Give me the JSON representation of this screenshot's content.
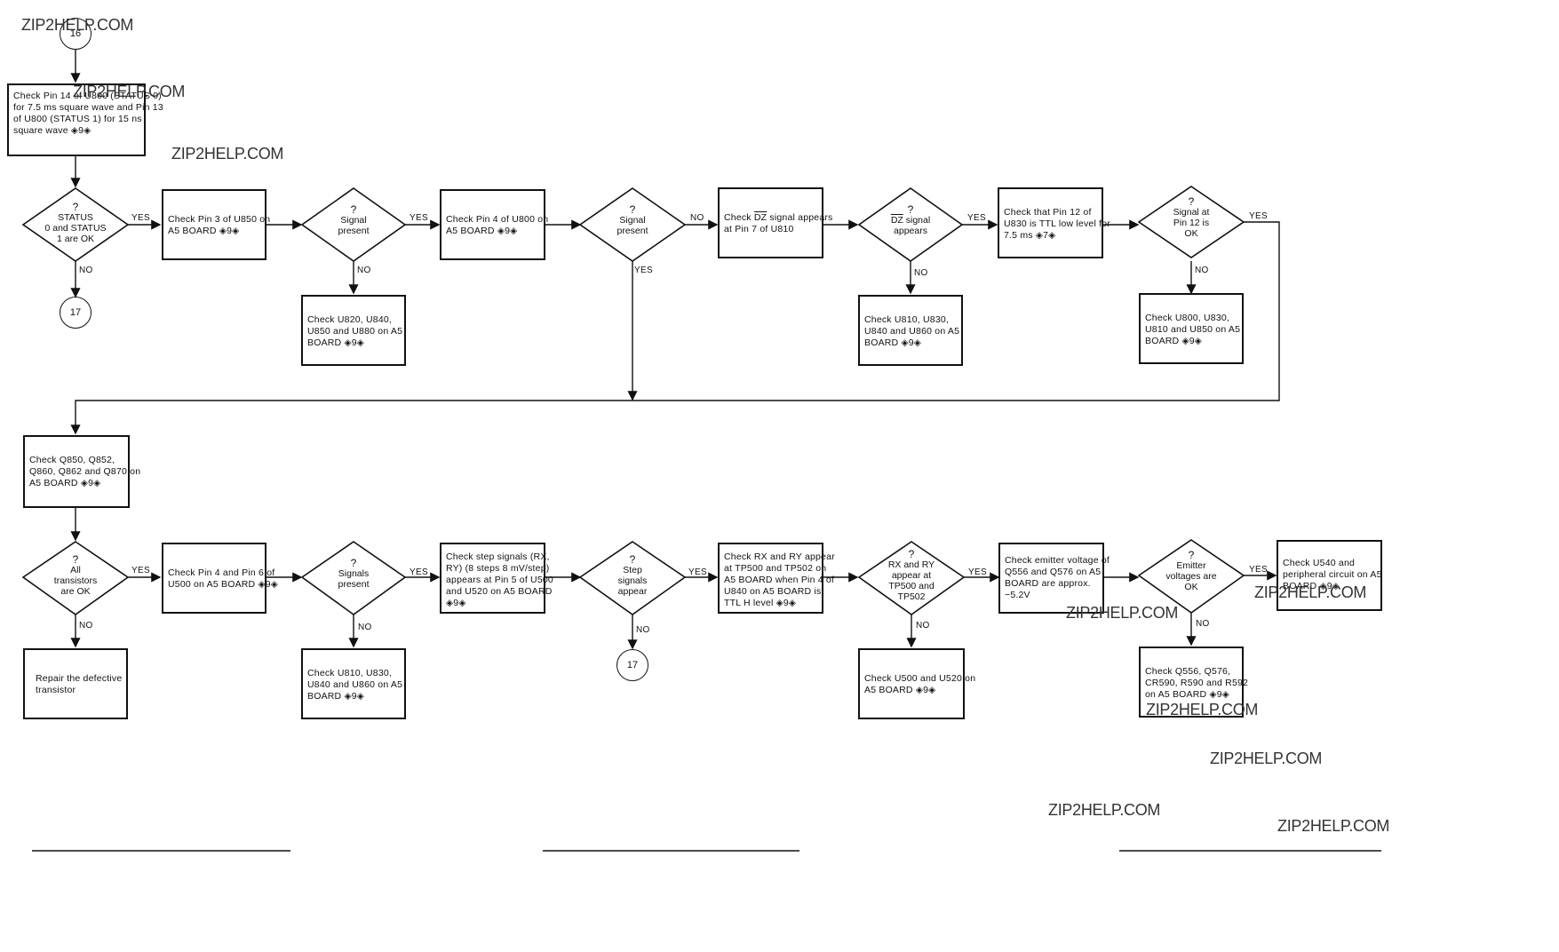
{
  "connectors": {
    "top": "16",
    "bottom1": "17",
    "bottom2": "17"
  },
  "boxes": {
    "b1": [
      "Check Pin 14 of U800 (STATUS 0)",
      "for 7.5 ms square wave and Pin 13",
      "of U800 (STATUS 1) for 15 ns",
      "square wave ◈9◈"
    ],
    "b2": [
      "Check Pin 3 of U850 on",
      "A5 BOARD ◈9◈"
    ],
    "b3": [
      "Check Pin 4 of U800 on",
      "A5 BOARD ◈9◈"
    ],
    "b4": [
      "Check DZ signal appears",
      "at Pin 7 of U810"
    ],
    "b5": [
      "Check that Pin 12 of",
      "U830 is TTL low level for",
      "7.5 ms ◈7◈"
    ],
    "b6": [
      "Check U820, U840,",
      "U850 and U880 on A5",
      "BOARD ◈9◈"
    ],
    "b7": [
      "Check U810, U830,",
      "U840 and U860 on A5",
      "BOARD ◈9◈"
    ],
    "b8": [
      "Check U800, U830,",
      "U810 and U850 on A5",
      "BOARD ◈9◈"
    ],
    "b9": [
      "Check Q850, Q852,",
      "Q860, Q862 and Q870 on",
      "A5 BOARD ◈9◈"
    ],
    "b10": [
      "Check Pin 4 and Pin 6 of",
      "U500 on A5 BOARD ◈9◈"
    ],
    "b11": [
      "Check step signals (RX,",
      "RY) (8 steps 8 mV/step)",
      "appears at Pin 5 of U500",
      "and U520 on A5 BOARD",
      "◈9◈"
    ],
    "b12": [
      "Check RX and RY appear",
      "at TP500 and TP502 on",
      "A5 BOARD when Pin 4 of",
      "U840 on A5 BOARD is",
      "TTL H level ◈9◈"
    ],
    "b13": [
      "Check emitter voltage of",
      "Q556 and Q576 on A5",
      "BOARD are approx.",
      "−5.2V"
    ],
    "b14": [
      "Check U540 and",
      "peripheral circuit on A5",
      "BOARD ◈9◈"
    ],
    "b15": [
      "Repair the defective",
      "transistor"
    ],
    "b16": [
      "Check U810, U830,",
      "U840 and U860 on A5",
      "BOARD ◈9◈"
    ],
    "b17": [
      "Check U500 and U520 on",
      "A5 BOARD ◈9◈"
    ],
    "b18": [
      "Check Q556, Q576,",
      "CR590, R590 and R592",
      "on A5 BOARD ◈9◈"
    ]
  },
  "decisions": {
    "d1": [
      "?",
      "STATUS",
      "0 and STATUS",
      "1 are OK"
    ],
    "d2": [
      "?",
      "Signal",
      "present"
    ],
    "d3": [
      "?",
      "Signal",
      "present"
    ],
    "d4": [
      "?",
      "DZ signal",
      "appears"
    ],
    "d5": [
      "?",
      "Signal at",
      "Pin 12 is",
      "OK"
    ],
    "d6": [
      "?",
      "All",
      "transistors",
      "are OK"
    ],
    "d7": [
      "?",
      "Signals",
      "present"
    ],
    "d8": [
      "?",
      "Step",
      "signals",
      "appear"
    ],
    "d9": [
      "?",
      "RX and RY",
      "appear at",
      "TP500 and",
      "TP502"
    ],
    "d10": [
      "?",
      "Emitter",
      "voltages are",
      "OK"
    ]
  },
  "labels": {
    "yes": "YES",
    "no": "NO"
  },
  "watermark": "ZIP2HELP.COM"
}
